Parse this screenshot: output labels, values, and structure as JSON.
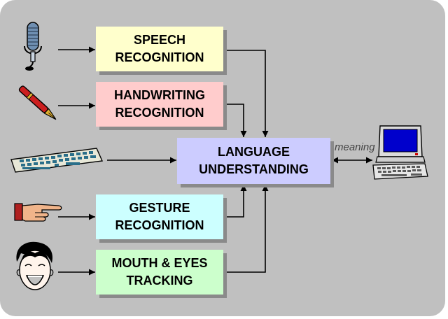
{
  "colors": {
    "speech": "#ffffcc",
    "handwriting": "#ffcccc",
    "language": "#ccccff",
    "gesture": "#ccffff",
    "mouth_eyes": "#ccffcc"
  },
  "boxes": {
    "speech": "SPEECH\nRECOGNITION",
    "handwriting": "HANDWRITING\nRECOGNITION",
    "language": "LANGUAGE\nUNDERSTANDING",
    "gesture": "GESTURE\nRECOGNITION",
    "mouth_eyes": "MOUTH & EYES\nTRACKING"
  },
  "labels": {
    "meaning": "meaning"
  },
  "icons": [
    "microphone-icon",
    "pen-icon",
    "keyboard-icon",
    "pointing-hand-icon",
    "face-icon",
    "computer-icon"
  ]
}
